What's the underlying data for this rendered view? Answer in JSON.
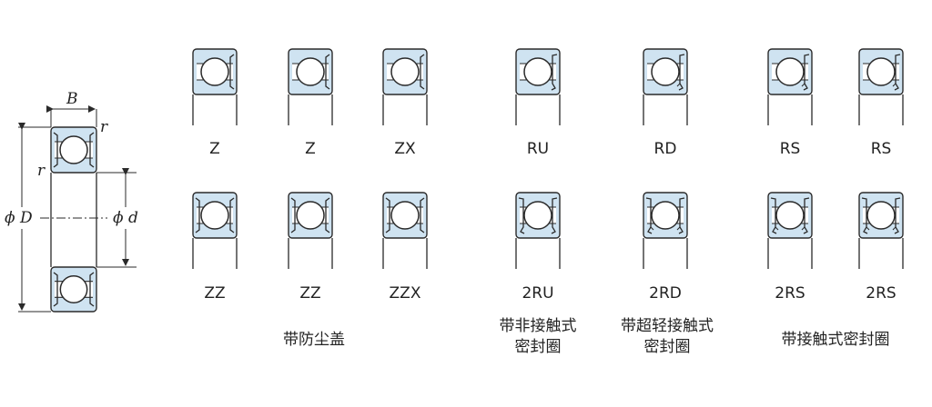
{
  "cross_section": {
    "labels": {
      "width": "B",
      "radius_top": "r",
      "radius_side": "r",
      "outer_dia": "ϕ D",
      "inner_dia": "ϕ d"
    }
  },
  "colors": {
    "ring_fill": "#cfe3f1",
    "line": "#2a2a2a",
    "ball_fill": "#ffffff"
  },
  "variants": [
    {
      "code": "Z",
      "seal": "shield",
      "sides": 1
    },
    {
      "code": "Z",
      "seal": "shield",
      "sides": 1
    },
    {
      "code": "ZX",
      "seal": "shield",
      "sides": 1
    },
    {
      "code": "RU",
      "seal": "noncontact",
      "sides": 1
    },
    {
      "code": "RD",
      "seal": "lightcontact",
      "sides": 1
    },
    {
      "code": "RS",
      "seal": "contact",
      "sides": 1
    },
    {
      "code": "RS",
      "seal": "contact",
      "sides": 1
    },
    {
      "code": "ZZ",
      "seal": "shield",
      "sides": 2
    },
    {
      "code": "ZZ",
      "seal": "shield",
      "sides": 2
    },
    {
      "code": "ZZX",
      "seal": "shield",
      "sides": 2
    },
    {
      "code": "2RU",
      "seal": "noncontact",
      "sides": 2
    },
    {
      "code": "2RD",
      "seal": "lightcontact",
      "sides": 2
    },
    {
      "code": "2RS",
      "seal": "contact",
      "sides": 2
    },
    {
      "code": "2RS",
      "seal": "contact",
      "sides": 2
    }
  ],
  "group_captions": {
    "shield": [
      "带防尘盖"
    ],
    "noncontact": [
      "带非接触式",
      "密封圈"
    ],
    "lightcontact": [
      "带超轻接触式",
      "密封圈"
    ],
    "contact": [
      "带接触式密封圈"
    ]
  }
}
